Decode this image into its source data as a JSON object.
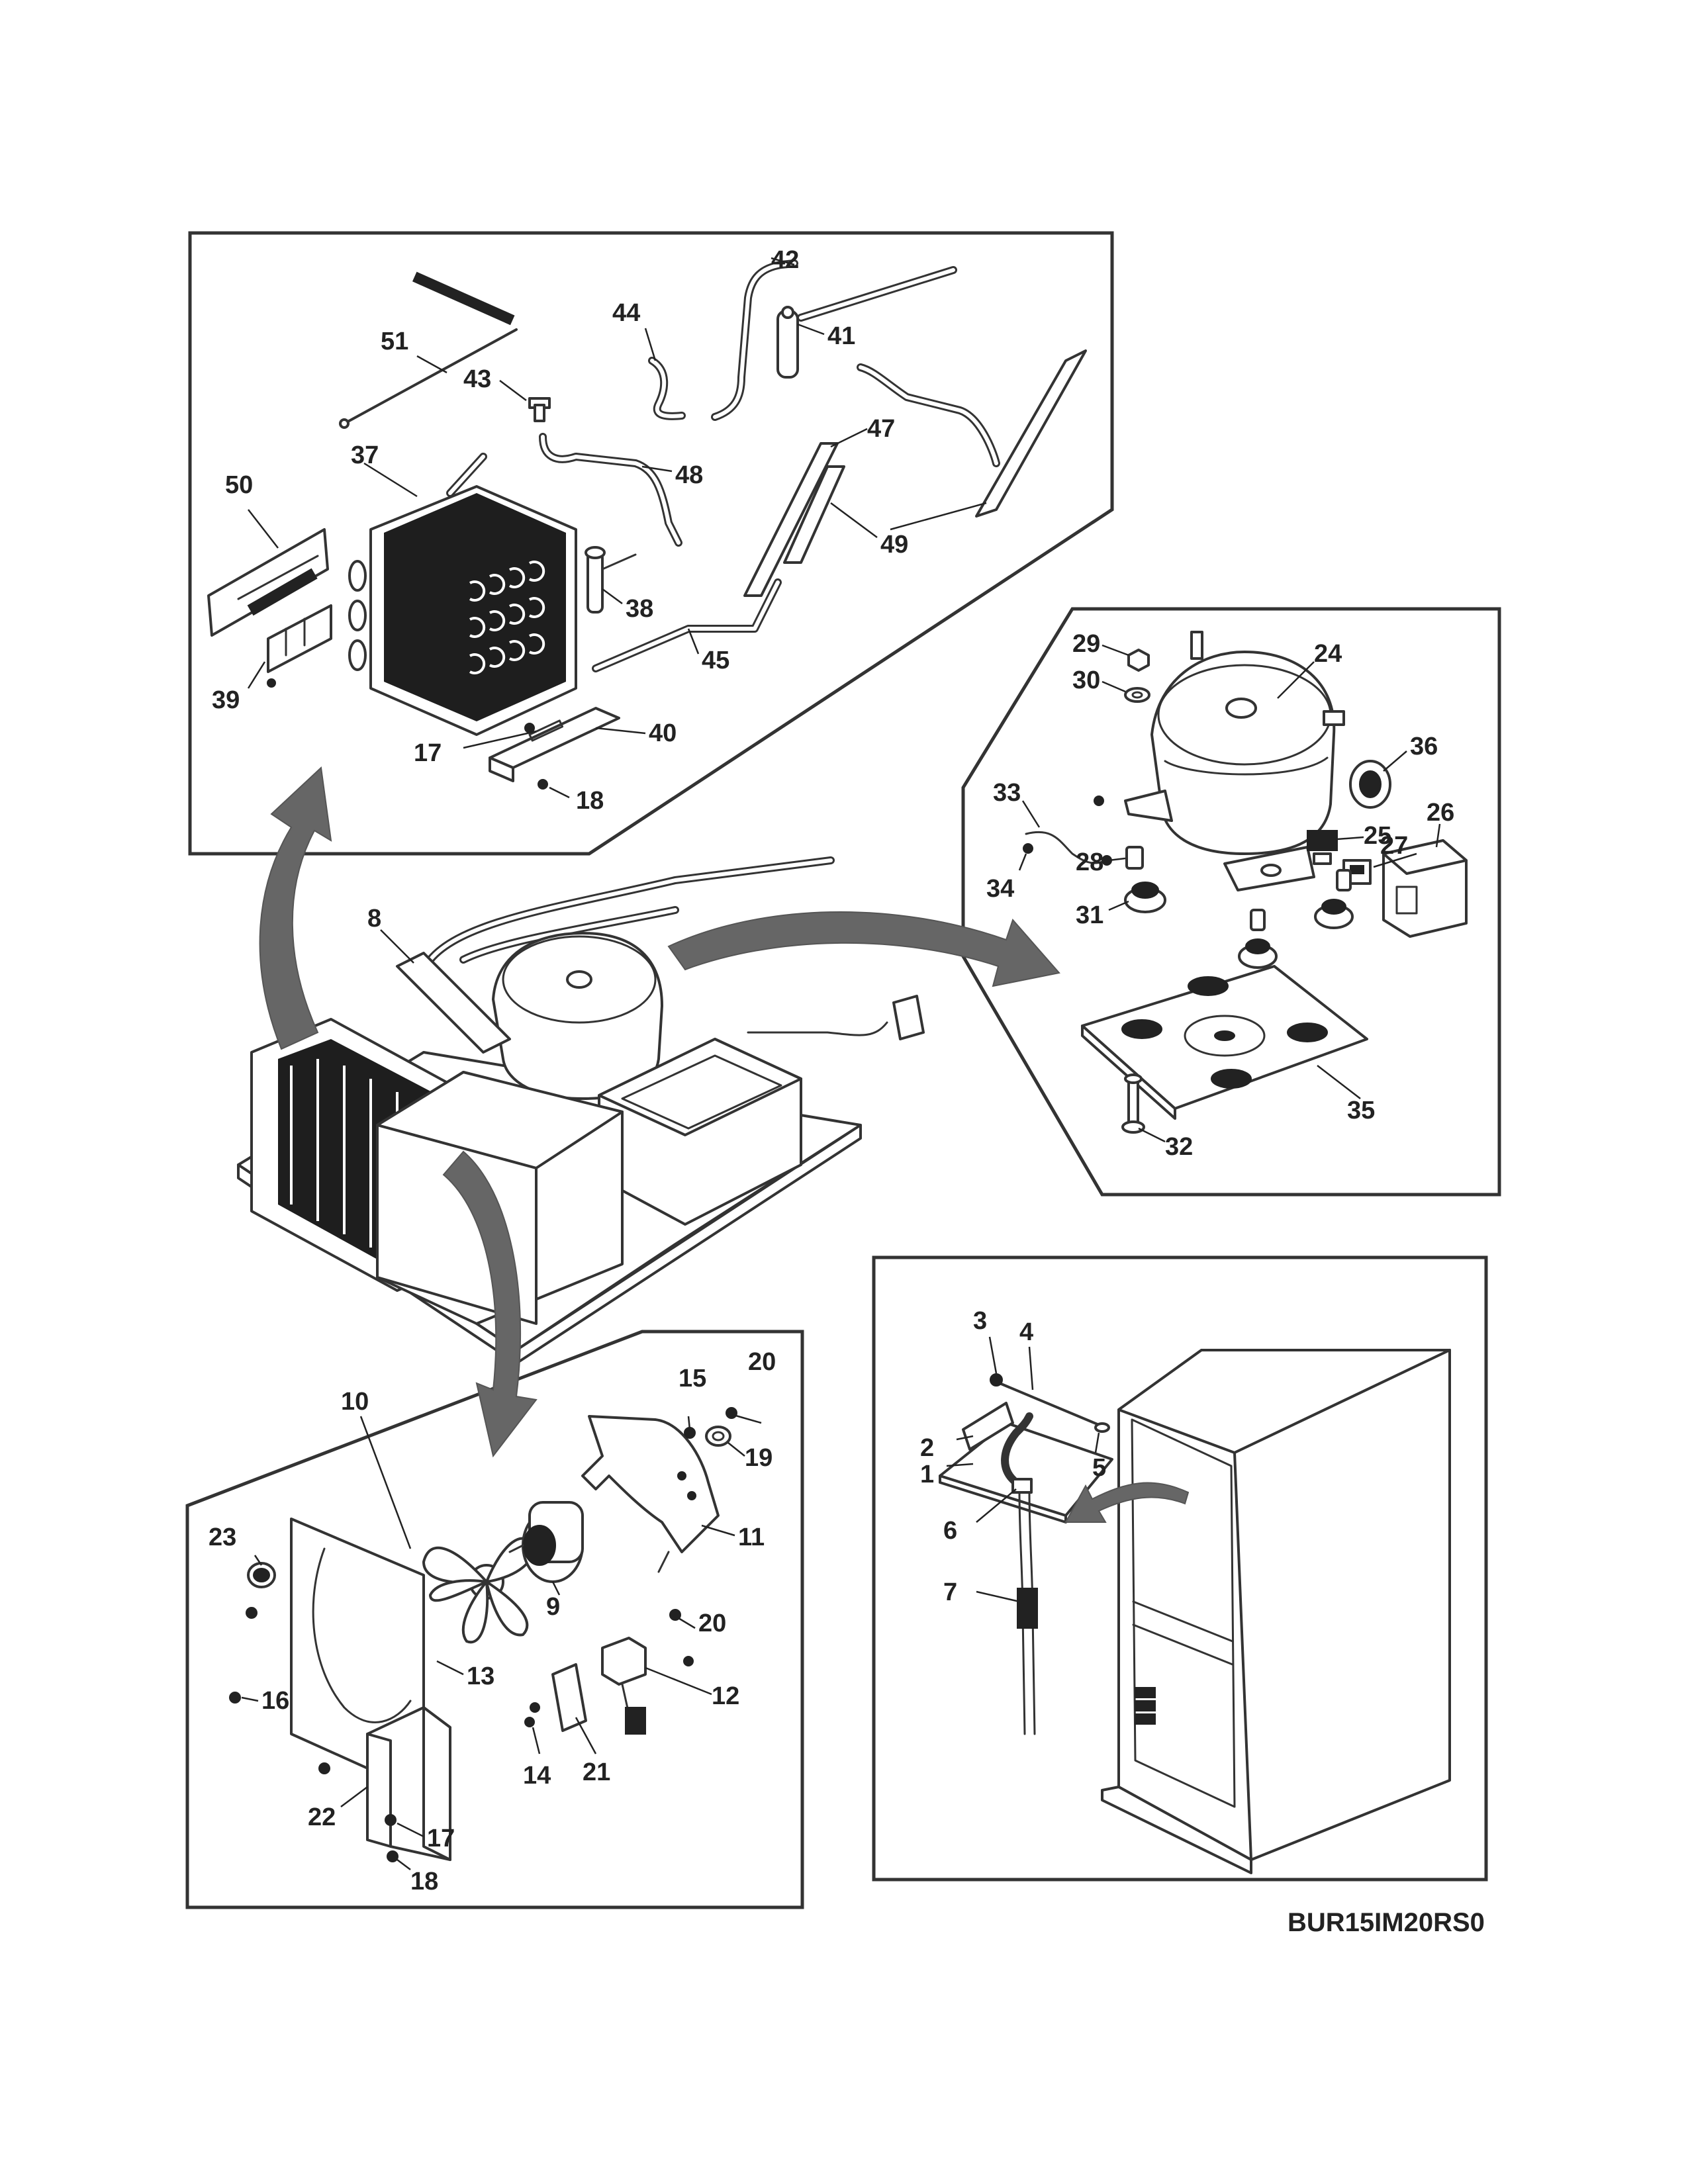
{
  "model_code": "BUR15IM20RS0",
  "callouts": {
    "c1": "1",
    "c2": "2",
    "c3": "3",
    "c4": "4",
    "c5": "5",
    "c6": "6",
    "c7": "7",
    "c8": "8",
    "c9": "9",
    "c10": "10",
    "c11": "11",
    "c12": "12",
    "c13": "13",
    "c14": "14",
    "c15": "15",
    "c16": "16",
    "c17a": "17",
    "c17b": "17",
    "c18a": "18",
    "c18b": "18",
    "c19": "19",
    "c20a": "20",
    "c20b": "20",
    "c21": "21",
    "c22": "22",
    "c23": "23",
    "c24": "24",
    "c25": "25",
    "c26": "26",
    "c27": "27",
    "c28": "28",
    "c29": "29",
    "c30": "30",
    "c31": "31",
    "c32": "32",
    "c33": "33",
    "c34": "34",
    "c35": "35",
    "c36": "36",
    "c37": "37",
    "c38": "38",
    "c39": "39",
    "c40": "40",
    "c41": "41",
    "c42": "42",
    "c43": "43",
    "c44": "44",
    "c45": "45",
    "c47": "47",
    "c48": "48",
    "c49": "49",
    "c50": "50",
    "c51": "51"
  }
}
